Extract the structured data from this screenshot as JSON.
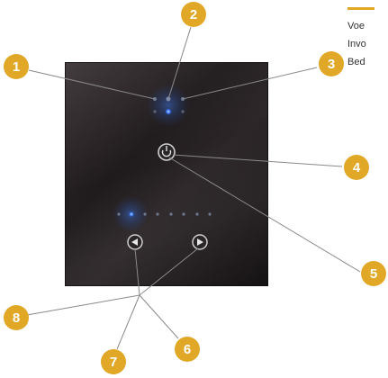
{
  "colors": {
    "callout_fill": "#e0a826",
    "leader_line": "#8a8a8a",
    "led_blue": "#3b7cff",
    "panel_dark": "#1f1a1c"
  },
  "callouts": [
    {
      "number": "1"
    },
    {
      "number": "2"
    },
    {
      "number": "3"
    },
    {
      "number": "4"
    },
    {
      "number": "5"
    },
    {
      "number": "6"
    },
    {
      "number": "7"
    },
    {
      "number": "8"
    }
  ],
  "legend": {
    "lines": [
      "Voe",
      "Invo",
      "Bed"
    ]
  },
  "icons": {
    "top_button": "power-icon",
    "left_button": "previous-icon",
    "right_button": "next-icon"
  }
}
